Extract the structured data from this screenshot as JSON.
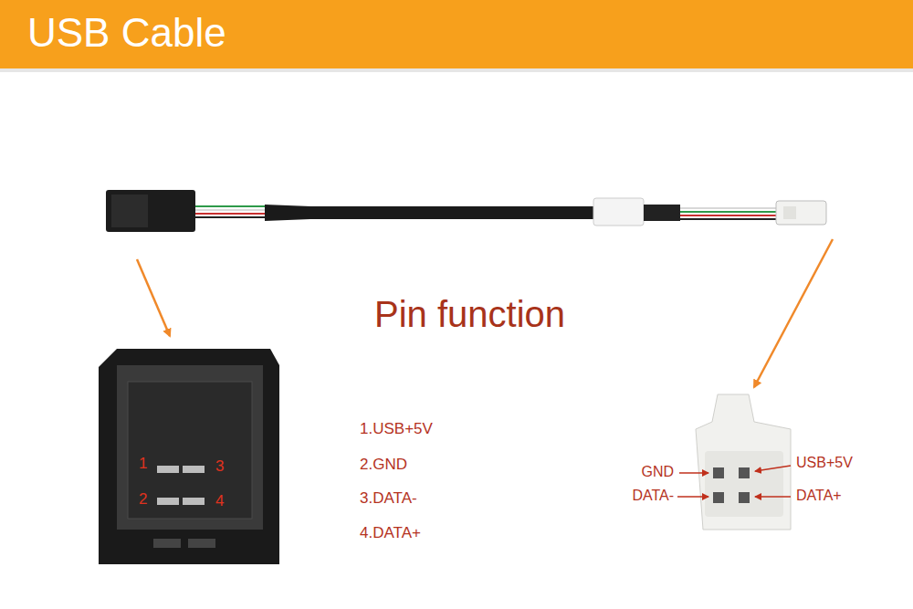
{
  "diagram": {
    "title": "USB Cable",
    "labels": [
      "Pin function",
      "1",
      "3",
      "2",
      "4",
      "1.USB+5V",
      "2.GND",
      "3.DATA-",
      "4.DATA+",
      "GND",
      "USB+5V",
      "DATA-",
      "DATA+"
    ]
  }
}
